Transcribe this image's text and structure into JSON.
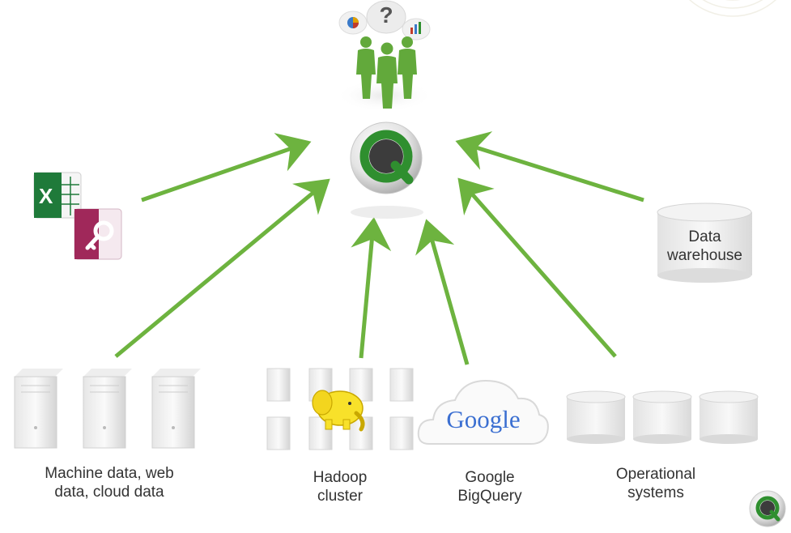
{
  "sources": {
    "machine": {
      "line1": "Machine data, web",
      "line2": "data, cloud data"
    },
    "hadoop": {
      "line1": "Hadoop",
      "line2": "cluster"
    },
    "bigquery": {
      "line1": "Google",
      "line2": "BigQuery",
      "logo_text": "Google"
    },
    "operational": {
      "line1": "Operational",
      "line2": "systems"
    },
    "warehouse": {
      "line1": "Data",
      "line2": "warehouse"
    }
  },
  "bubbles": {
    "question": "?"
  },
  "colors": {
    "arrow": "#6db33f",
    "people": "#62a93b",
    "qlik_ring": "#2f8f2f",
    "excel": "#1f7a3a",
    "access": "#a0285a"
  },
  "icons": [
    "people-icon",
    "qlik-hub-icon",
    "excel-icon",
    "access-icon",
    "server-icon",
    "hadoop-elephant-icon",
    "cloud-icon",
    "database-icon",
    "qlik-corner-logo-icon"
  ]
}
